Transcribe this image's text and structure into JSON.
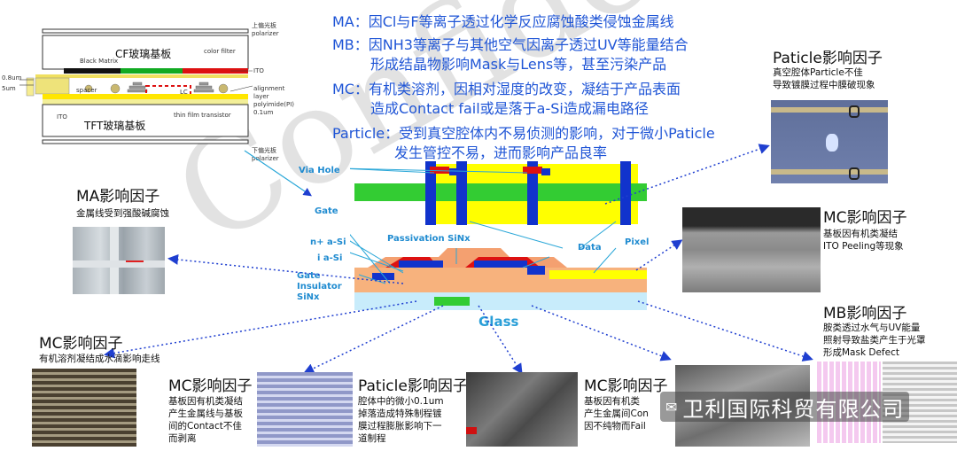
{
  "watermark": "Confidential",
  "defects": {
    "ma": "MA：因Cl与F等离子透过化学反应腐蚀酸类侵蚀金属线",
    "mb_line1": "MB：因NH3等离子与其他空气因离子透过UV等能量结合",
    "mb_line2": "形成结晶物影响Mask与Lens等，甚至污染产品",
    "mc_line1": "MC：有机类溶剂，因相对湿度的改变，凝结于产品表面",
    "mc_line2": "造成Contact fail或是落于a-Si造成漏电路径",
    "particle_line1": "Particle：受到真空腔体内不易侦测的影响，对于微小Paticle",
    "particle_line2": "发生管控不易，进而影响产品良率"
  },
  "lcd": {
    "polarizer_top": "上偏光板polarizer",
    "cf": "CF玻璃基板",
    "color_filter": "color filter",
    "black_matrix": "Black Matrix",
    "ito_top": "ITO",
    "dim_08": "0.8um",
    "dim_5": "5um",
    "spacer": "spacer",
    "lc": "LC",
    "align1": "alignment layer",
    "align2": "polyimide(PI)",
    "align3": "0.1um",
    "ito_bottom": "ITO",
    "tft_label": "thin film transistor",
    "tft": "TFT玻璃基板",
    "polarizer_bottom": "下偏光板polarizer"
  },
  "cross": {
    "via_hole": "Via Hole",
    "gate": "Gate",
    "n_asi": "n+ a-Si",
    "i_asi": "i a-Si",
    "gate_ins1": "Gate",
    "gate_ins2": "Insulator",
    "gate_ins3": "SiNx",
    "passivation": "Passivation SiNx",
    "data": "Data",
    "pixel": "Pixel",
    "glass": "Glass"
  },
  "factors": {
    "ma": {
      "title": "MA影响因子",
      "desc": "金属线受到强酸碱腐蚀"
    },
    "particle_tr": {
      "title": "Paticle影响因子",
      "desc1": "真空腔体Particle不佳",
      "desc2": "导致镀膜过程中膜破现象"
    },
    "mc_r": {
      "title": "MC影响因子",
      "desc1": "基板因有机类凝结",
      "desc2": "ITO Peeling等现象"
    },
    "mb": {
      "title": "MB影响因子",
      "desc1": "胺类透过水气与UV能量",
      "desc2": "照射导致盐类产生于光罩",
      "desc3": "形成Mask Defect"
    },
    "mc_left": {
      "title": "MC影响因子",
      "desc": "有机溶剂凝结成水滴影响走线"
    },
    "mc_mid": {
      "title": "MC影响因子",
      "desc1": "基板因有机类凝结",
      "desc2": "产生金属线与基板",
      "desc3": "间的Contact不佳",
      "desc4": "而剥离"
    },
    "particle_b": {
      "title": "Paticle影响因子",
      "desc1": "腔体中的微小0.1um",
      "desc2": "掉落造成特殊制程镀",
      "desc3": "膜过程膨胀影响下一",
      "desc4": "道制程"
    },
    "mc_b2": {
      "title": "MC影响因子",
      "desc1": "基板因有机类",
      "desc2": "产生金属间Con",
      "desc3": "因不纯物而Fail"
    }
  },
  "company": "卫利国际科贸有限公司"
}
